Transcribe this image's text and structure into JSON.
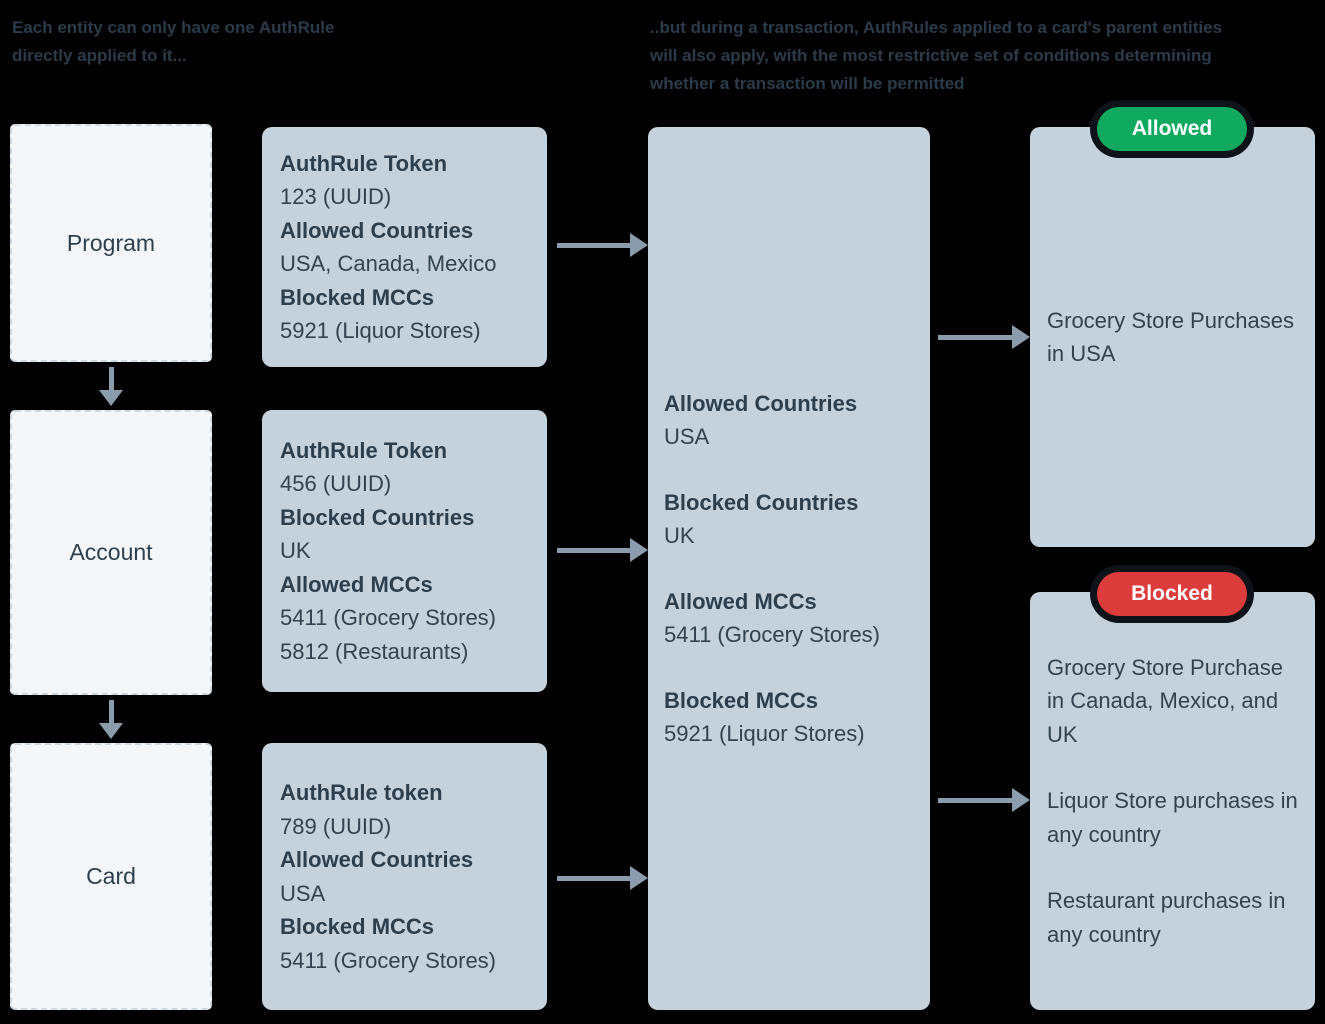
{
  "headers": {
    "left": "Each entity can only have one AuthRule\ndirectly applied to it...",
    "right": "..but during a transaction, AuthRules applied to a card's parent entities\nwill also apply, with the most restrictive set of conditions determining\nwhether a transaction will be permitted"
  },
  "entities": [
    {
      "label": "Program"
    },
    {
      "label": "Account"
    },
    {
      "label": "Card"
    }
  ],
  "authrules": [
    {
      "fields": [
        {
          "label": "AuthRule Token",
          "value": "123 (UUID)"
        },
        {
          "label": "Allowed Countries",
          "value": "USA, Canada, Mexico"
        },
        {
          "label": "Blocked MCCs",
          "value": "5921 (Liquor Stores)"
        }
      ]
    },
    {
      "fields": [
        {
          "label": "AuthRule Token",
          "value": "456 (UUID)"
        },
        {
          "label": "Blocked Countries",
          "value": "UK"
        },
        {
          "label": "Allowed MCCs",
          "value": "5411 (Grocery Stores)\n5812 (Restaurants)"
        }
      ]
    },
    {
      "fields": [
        {
          "label": "AuthRule token",
          "value": "789 (UUID)"
        },
        {
          "label": "Allowed Countries",
          "value": "USA"
        },
        {
          "label": "Blocked MCCs",
          "value": "5411 (Grocery Stores)"
        }
      ]
    }
  ],
  "combined": {
    "fields": [
      {
        "label": "Allowed Countries",
        "value": "USA"
      },
      {
        "label": "Blocked Countries",
        "value": "UK"
      },
      {
        "label": "Allowed MCCs",
        "value": "5411 (Grocery Stores)"
      },
      {
        "label": "Blocked MCCs",
        "value": "5921 (Liquor Stores)"
      }
    ]
  },
  "results": [
    {
      "badge": "Allowed",
      "items": [
        "Grocery Store Purchases in USA"
      ]
    },
    {
      "badge": "Blocked",
      "items": [
        "Grocery Store Purchase in Canada, Mexico, and UK",
        "Liquor Store purchases in any country",
        "Restaurant purchases in any country"
      ]
    }
  ],
  "colors": {
    "background": "#000000",
    "box_fill": "#c5d2db",
    "entity_fill": "#f4f7f9",
    "entity_border": "#ccd9e2",
    "text_dark": "#2d3e4d",
    "arrow": "#8b9dac",
    "allowed_green": "#0fa95f",
    "blocked_red": "#dd3c3c"
  }
}
